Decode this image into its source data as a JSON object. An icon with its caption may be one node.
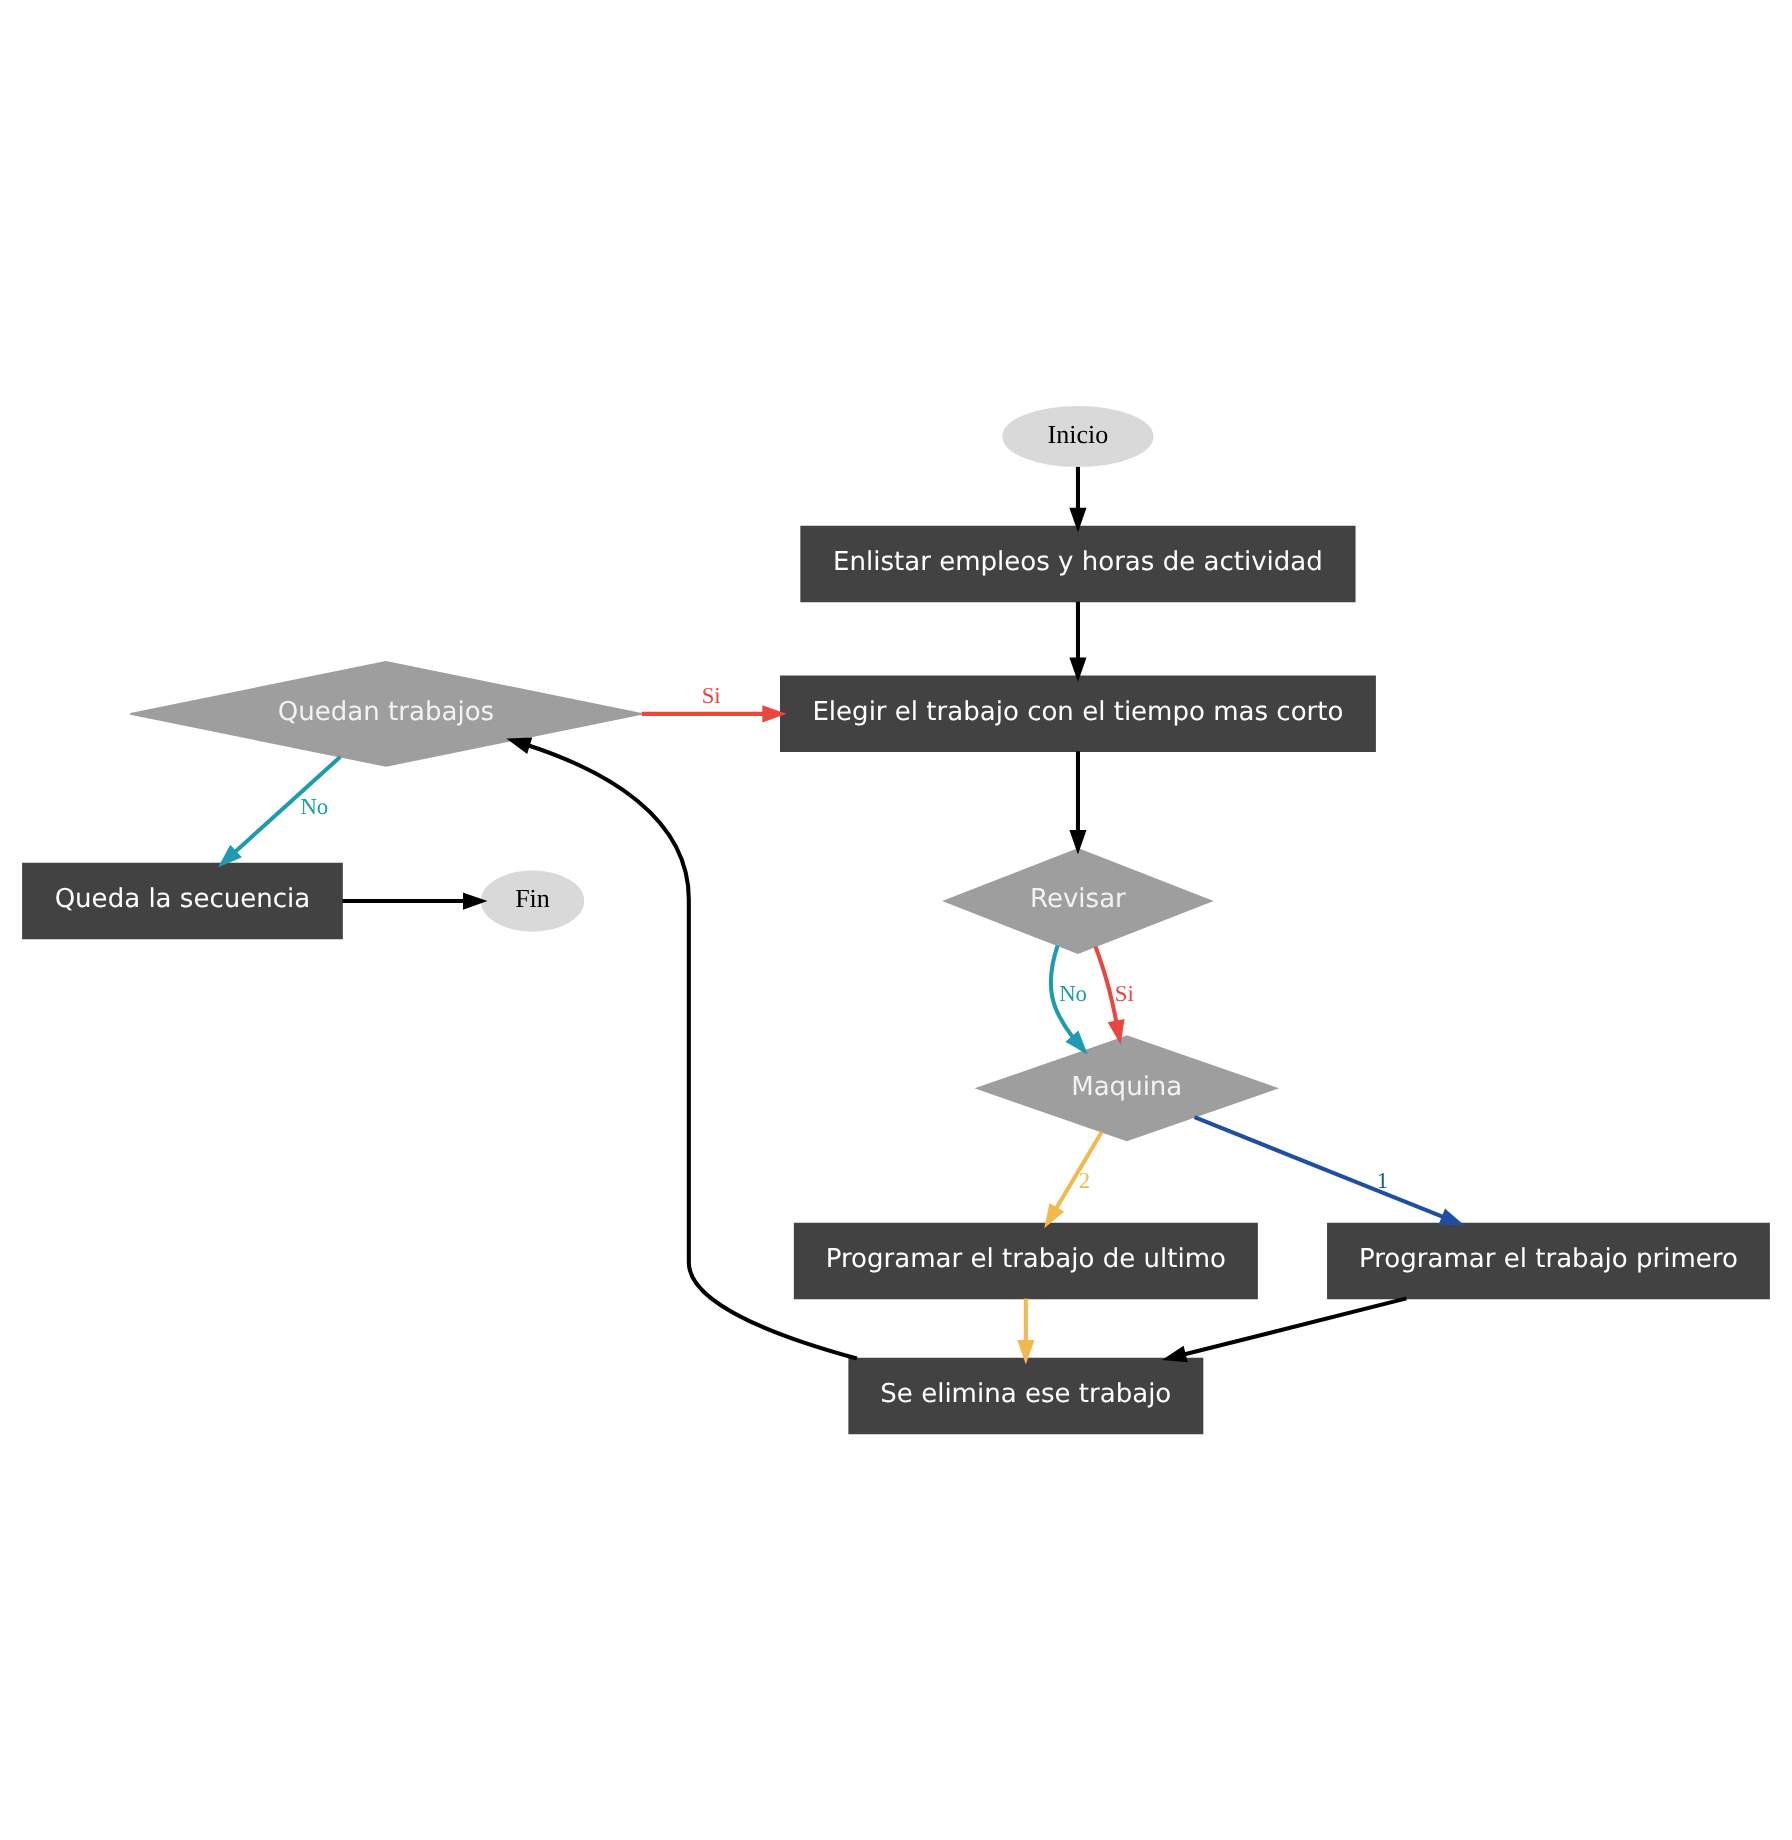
{
  "diagram": {
    "nodes": [
      {
        "text": [
          "Inicio"
        ]
      },
      {
        "text": [
          "Enlistar empleos y horas de actividad"
        ]
      },
      {
        "text": [
          "Queda la secuencia"
        ]
      },
      {
        "text": [
          "Fin"
        ]
      },
      {
        "text": [
          "Elegir el trabajo con el tiempo mas corto"
        ]
      },
      {
        "text": [
          "Quedan trabajos"
        ]
      },
      {
        "text": [
          "Revisar"
        ]
      },
      {
        "text": [
          "Se elimina ese trabajo"
        ]
      },
      {
        "text": [
          "Maquina"
        ]
      },
      {
        "text": [
          "Programar el trabajo primero"
        ]
      },
      {
        "text": [
          "Programar el trabajo de ultimo"
        ]
      }
    ],
    "edges": [
      {
        "from": 0,
        "to": 1,
        "arrow": "to"
      },
      {
        "from": 1,
        "to": 4,
        "arrow": "to"
      },
      {
        "from": 2,
        "to": 3,
        "arrow": "to"
      },
      {
        "from": 5,
        "to": 2,
        "arrow": "to",
        "label": "No",
        "color": "#1f9bb0"
      },
      {
        "from": 5,
        "to": 4,
        "arrow": "to",
        "label": "Si",
        "color": "#e8463f"
      },
      {
        "from": 4,
        "to": 6,
        "arrow": "to"
      },
      {
        "from": 6,
        "to": 8,
        "arrow": "to",
        "label": "Si",
        "color": "#e8463f"
      },
      {
        "from": 6,
        "to": 8,
        "arrow": "to",
        "label": "No",
        "color": "#1f9bb0"
      },
      {
        "from": 8,
        "to": 9,
        "arrow": "to",
        "label": "1",
        "color": "#1f4fa0"
      },
      {
        "from": 8,
        "to": 10,
        "arrow": "to",
        "label": "2",
        "color": "#f2b94f"
      },
      {
        "from": 9,
        "to": 7,
        "arrow": "to"
      },
      {
        "from": 10,
        "to": 7,
        "arrow": "to",
        "color": "#f2b94f"
      },
      {
        "from": 7,
        "to": 5,
        "arrow": "to"
      }
    ]
  }
}
